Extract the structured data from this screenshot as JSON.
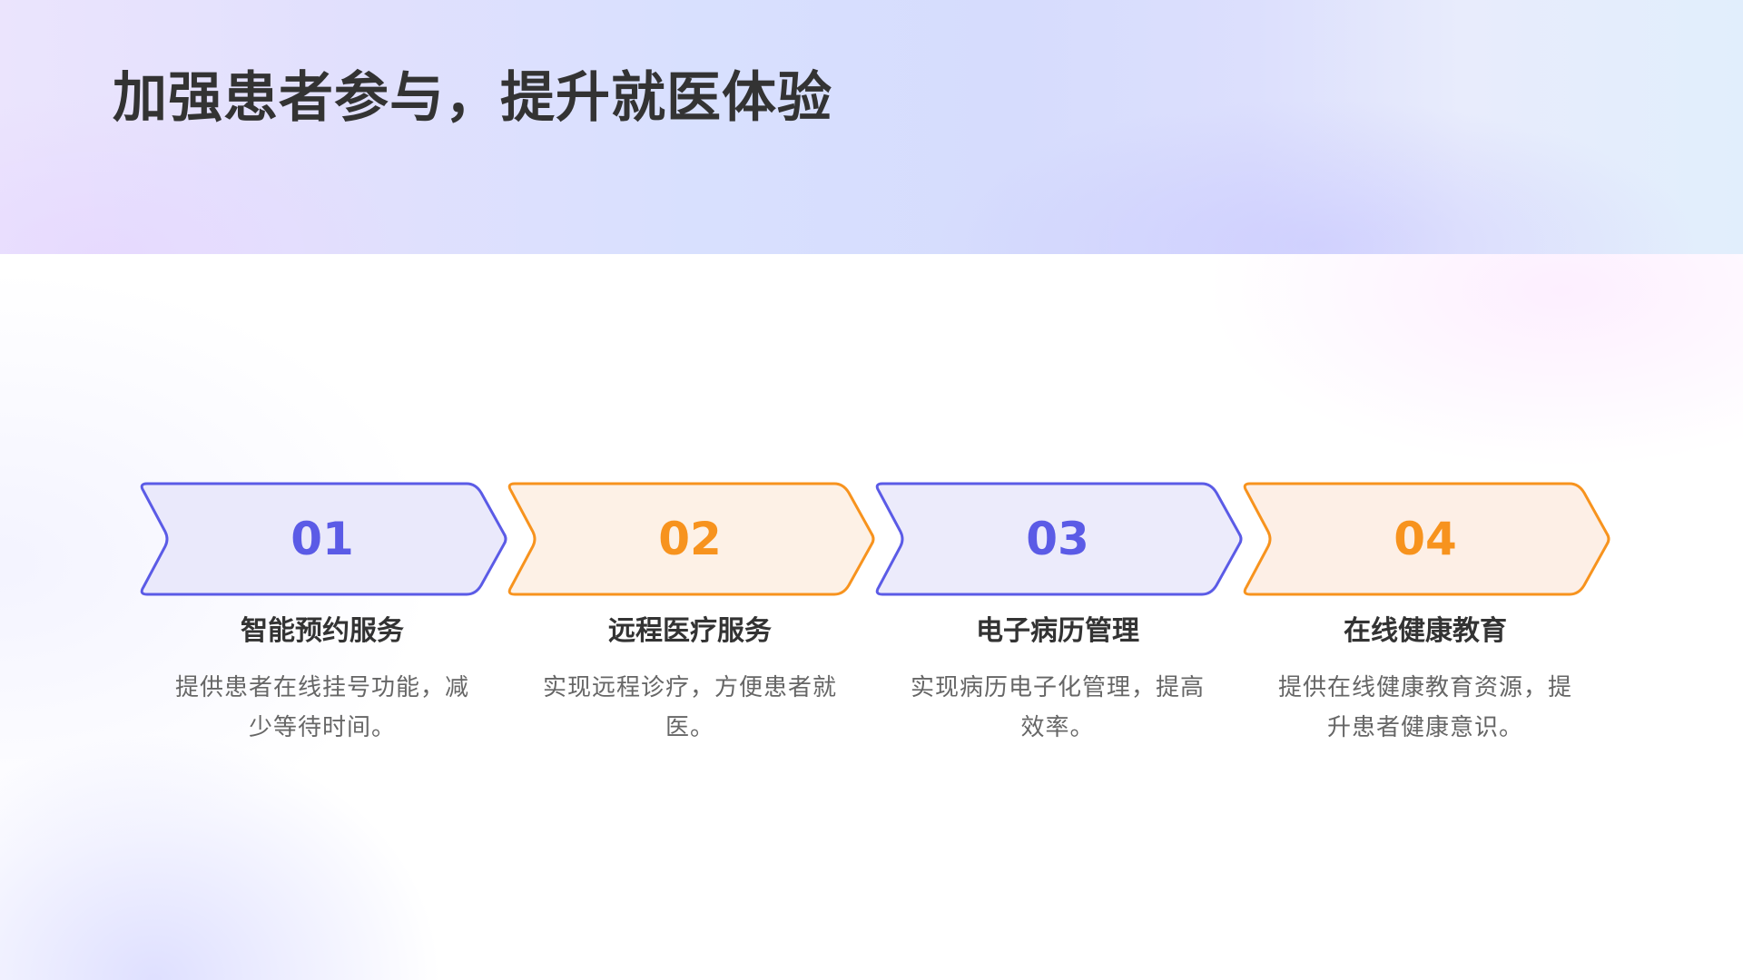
{
  "slide": {
    "title": "加强患者参与，提升就医体验"
  },
  "colors": {
    "indigo": "#5B5BE6",
    "indigo_fill": "#EAE9FB",
    "orange": "#F7931E",
    "orange_fill": "#FDF1E6",
    "title_text": "#333333",
    "body_text": "#666666"
  },
  "steps": [
    {
      "number": "01",
      "title": "智能预约服务",
      "description": "提供患者在线挂号功能，减少等待时间。",
      "accent": "indigo"
    },
    {
      "number": "02",
      "title": "远程医疗服务",
      "description": "实现远程诊疗，方便患者就医。",
      "accent": "orange"
    },
    {
      "number": "03",
      "title": "电子病历管理",
      "description": "实现病历电子化管理，提高效率。",
      "accent": "indigo"
    },
    {
      "number": "04",
      "title": "在线健康教育",
      "description": "提供在线健康教育资源，提升患者健康意识。",
      "accent": "orange"
    }
  ]
}
